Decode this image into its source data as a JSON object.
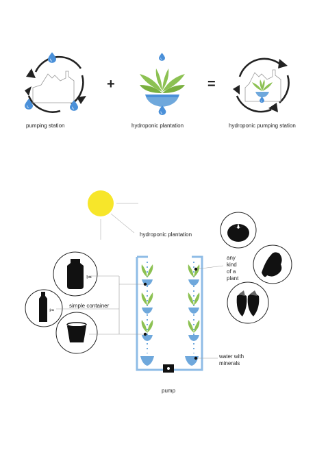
{
  "top": {
    "labels": {
      "pumping_station": "pumping station",
      "hydroponic_plantation": "hydroponic plantation",
      "hydroponic_pumping_station": "hydroponic pumping station"
    },
    "operators": {
      "plus": "+",
      "equals": "="
    }
  },
  "bottom": {
    "labels": {
      "hydroponic_plantation": "hydroponic plantation",
      "any_kind_line1": "any",
      "any_kind_line2": "kind",
      "any_kind_line3": "of a",
      "any_kind_line4": "plant",
      "simple_container": "simple container",
      "water_line1": "water with",
      "water_line2": "minerals",
      "pump": "pump"
    }
  },
  "colors": {
    "water_blue": "#4a90d9",
    "pipe_blue": "#8fbce6",
    "cup_blue": "#6fa8dc",
    "leaf_green": "#8cc152",
    "sun_yellow": "#f7e62a",
    "ink": "#222222"
  }
}
